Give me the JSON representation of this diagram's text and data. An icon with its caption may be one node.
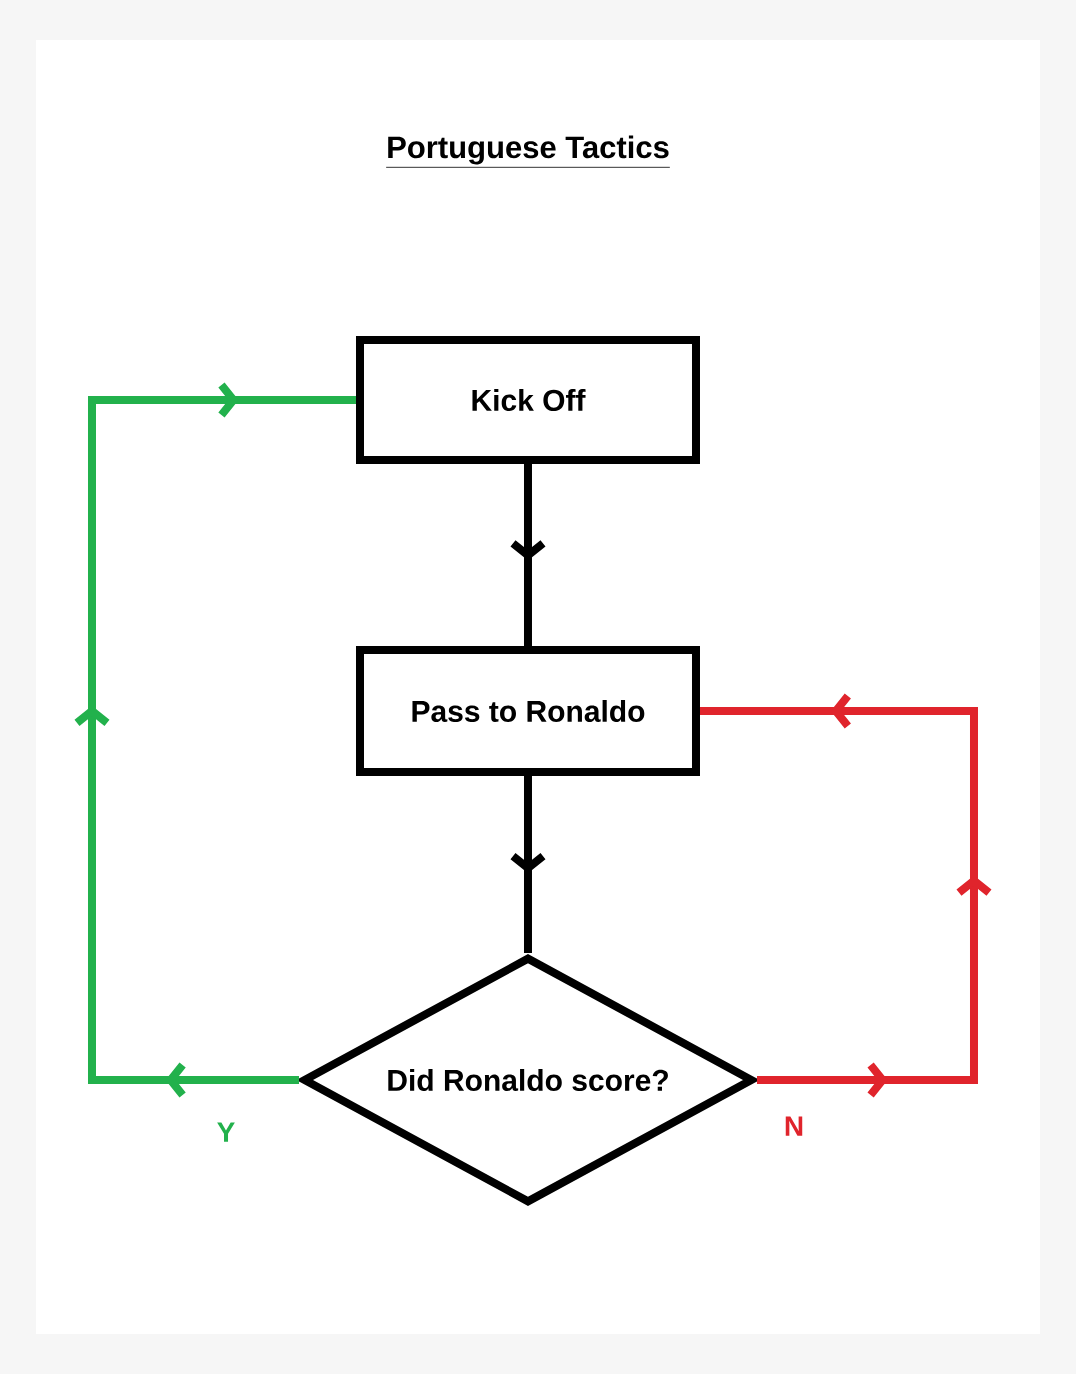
{
  "diagram": {
    "title": "Portuguese Tactics",
    "nodes": [
      {
        "text": [
          "Kick Off"
        ]
      },
      {
        "text": [
          "Pass to Ronaldo"
        ]
      },
      {
        "text": [
          "Did Ronaldo score?"
        ]
      }
    ],
    "edges": [
      {
        "from": 0,
        "to": 1,
        "arrow": "to"
      },
      {
        "from": 1,
        "to": 2,
        "arrow": "to"
      },
      {
        "from": 2,
        "to": 0,
        "arrow": "to",
        "label": "Y",
        "color": "#22b14c"
      },
      {
        "from": 2,
        "to": 1,
        "arrow": "to",
        "label": "N",
        "color": "#e0242c"
      }
    ]
  }
}
